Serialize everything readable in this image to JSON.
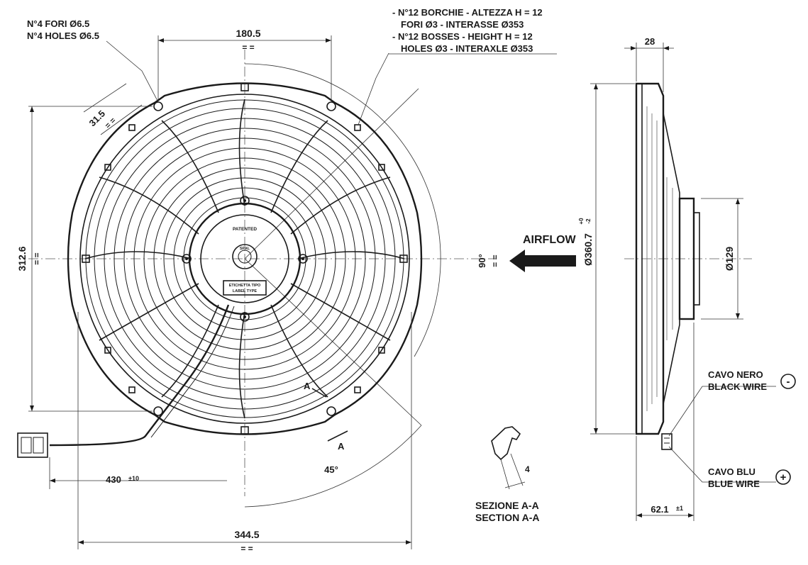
{
  "labels": {
    "holes_it": "N°4 FORI Ø6.5",
    "holes_en": "N°4 HOLES Ø6.5",
    "bosses_it_1": "- N°12 BORCHIE - ALTEZZA H = 12",
    "bosses_it_2": "FORI Ø3 - INTERASSE Ø353",
    "bosses_en_1": "- N°12 BOSSES - HEIGHT H = 12",
    "bosses_en_2": "HOLES Ø3 - INTERAXLE Ø353",
    "airflow": "AIRFLOW",
    "section_it": "SEZIONE A-A",
    "section_en": "SECTION A-A",
    "black_it": "CAVO NERO",
    "black_en": "BLACK WIRE",
    "blue_it": "CAVO BLU",
    "blue_en": "BLUE WIRE",
    "minus": "-",
    "plus": "+",
    "section_mark_1": "A",
    "section_mark_2": "A",
    "hub_patented": "PATENTED",
    "hub_label_1": "ETICHETTA TIPO",
    "hub_label_2": "LABEL TYPE",
    "hub_brand": "SPAL"
  },
  "dimensions": {
    "d180": "180.5",
    "d31": "31.5",
    "d312": "312.6",
    "d430": "430",
    "d430_tol": "±10",
    "d344": "344.5",
    "d90": "90°",
    "d45": "45°",
    "d4": "4",
    "d28": "28",
    "d360": "Ø360.7",
    "d360_tol_up": "+0",
    "d360_tol_dn": "-2",
    "d129": "Ø129",
    "d62": "62.1",
    "d62_tol": "±1",
    "eq": "= ="
  }
}
